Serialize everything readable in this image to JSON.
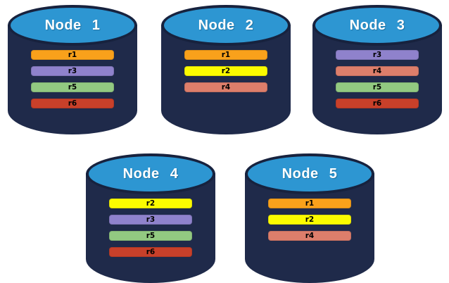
{
  "diagram": {
    "description": "Database nodes with replica placement",
    "background_color": "#FFFFFF",
    "cylinder": {
      "body_color": "#1F2A4A",
      "top_color": "#2D96D2",
      "border_color": "#17223E",
      "label_color": "#FFFFFF"
    },
    "replica_colors": {
      "r1": "#F9A11B",
      "r2": "#FBFB00",
      "r3": "#8F82CC",
      "r4": "#DD7E6B",
      "r5": "#92C981",
      "r6": "#C8402A"
    },
    "nodes": [
      {
        "label": "Node 1",
        "replicas": [
          "r1",
          "r3",
          "r5",
          "r6"
        ]
      },
      {
        "label": "Node 2",
        "replicas": [
          "r1",
          "r2",
          "r4"
        ]
      },
      {
        "label": "Node 3",
        "replicas": [
          "r3",
          "r4",
          "r5",
          "r6"
        ]
      },
      {
        "label": "Node 4",
        "replicas": [
          "r2",
          "r3",
          "r5",
          "r6"
        ]
      },
      {
        "label": "Node 5",
        "replicas": [
          "r1",
          "r2",
          "r4"
        ]
      }
    ]
  }
}
